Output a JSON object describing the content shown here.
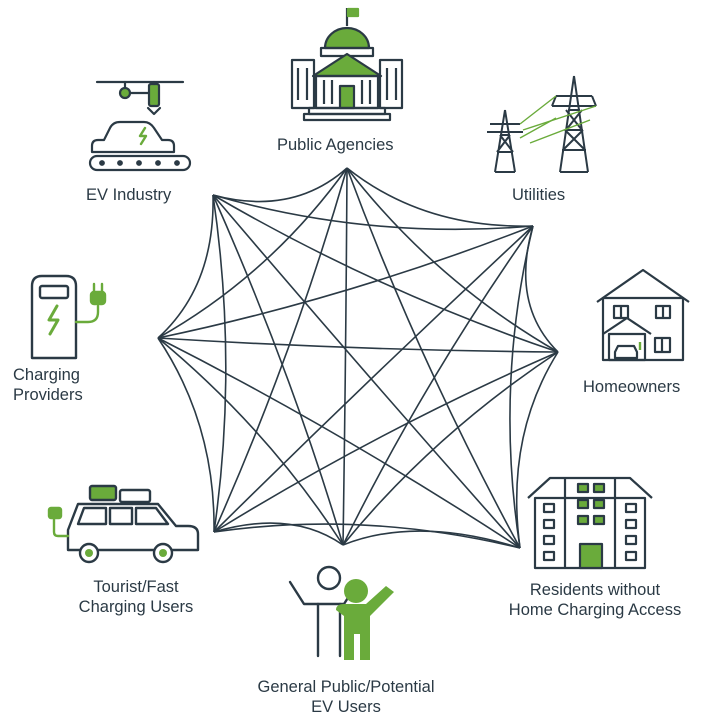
{
  "diagram": {
    "stakeholders": [
      {
        "id": "ev_industry",
        "lines": [
          "EV Industry"
        ],
        "icon": "car-assembly-icon"
      },
      {
        "id": "public_agencies",
        "lines": [
          "Public Agencies"
        ],
        "icon": "government-building-icon"
      },
      {
        "id": "utilities",
        "lines": [
          "Utilities"
        ],
        "icon": "power-tower-icon"
      },
      {
        "id": "charging_providers",
        "lines": [
          "Charging",
          "Providers"
        ],
        "icon": "charging-station-icon"
      },
      {
        "id": "homeowners",
        "lines": [
          "Homeowners"
        ],
        "icon": "house-with-ev-icon"
      },
      {
        "id": "tourist",
        "lines": [
          "Tourist/Fast",
          "Charging Users"
        ],
        "icon": "electric-car-with-luggage-icon"
      },
      {
        "id": "general_public",
        "lines": [
          "General Public/Potential",
          "EV Users"
        ],
        "icon": "people-waving-icon"
      },
      {
        "id": "residents",
        "lines": [
          "Residents without",
          "Home Charging Access"
        ],
        "icon": "apartment-building-icon"
      }
    ],
    "colors": {
      "line": "#2b3a45",
      "accent": "#6aab3b"
    }
  }
}
